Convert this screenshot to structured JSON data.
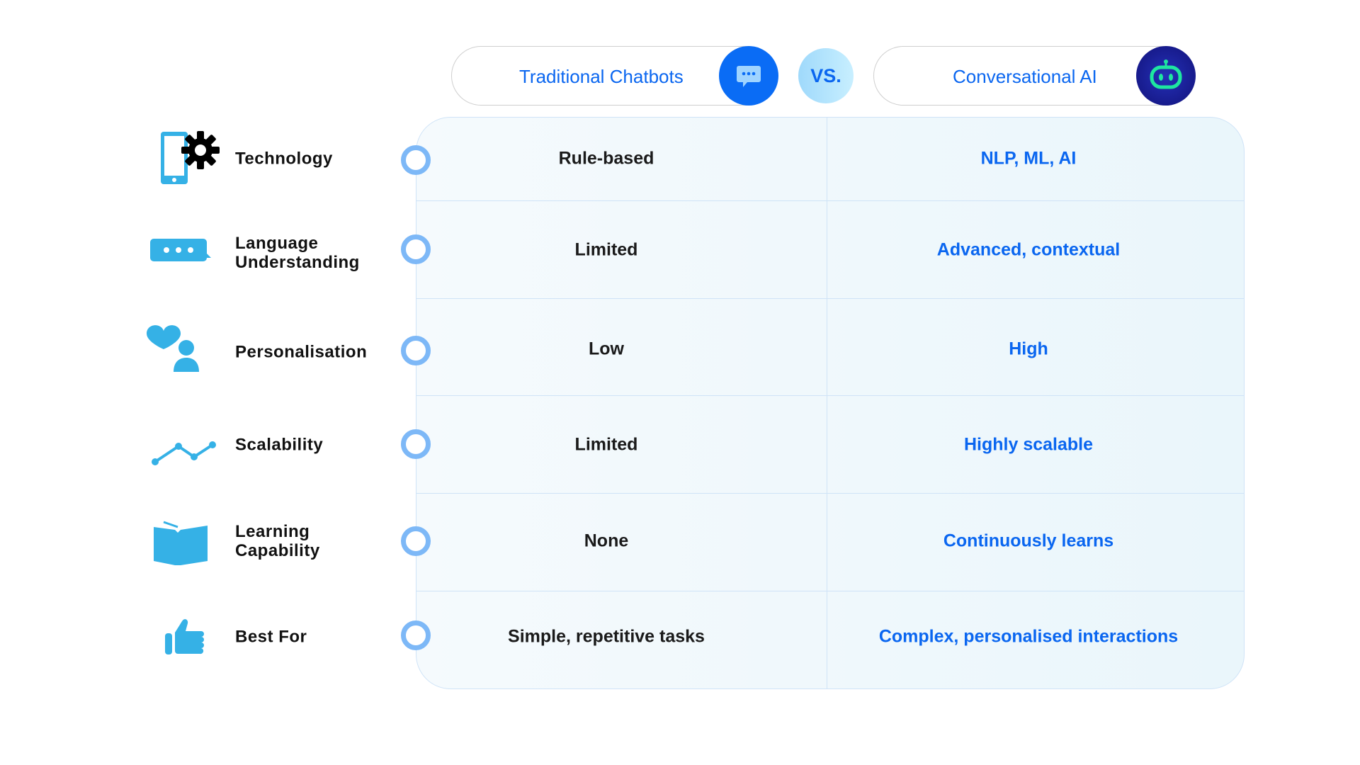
{
  "header": {
    "left_title": "Traditional Chatbots",
    "vs_label": "VS.",
    "right_title": "Conversational AI"
  },
  "colors": {
    "accent": "#0a66f0",
    "ring": "#7db8f7",
    "icon": "#35b1e6",
    "robot": "#1a1a9e",
    "robot_face": "#1ee6a0"
  },
  "rows": [
    {
      "icon": "phone-gear-icon",
      "label": "Technology",
      "traditional": "Rule-based",
      "conversational": "NLP, ML, AI"
    },
    {
      "icon": "chat-bubble-icon",
      "label": "Language Understanding",
      "traditional": "Limited",
      "conversational": "Advanced, contextual"
    },
    {
      "icon": "heart-person-icon",
      "label": "Personalisation",
      "traditional": "Low",
      "conversational": "High"
    },
    {
      "icon": "line-chart-icon",
      "label": "Scalability",
      "traditional": "Limited",
      "conversational": "Highly scalable"
    },
    {
      "icon": "book-icon",
      "label": "Learning Capability",
      "traditional": "None",
      "conversational": "Continuously learns"
    },
    {
      "icon": "thumbs-up-icon",
      "label": "Best For",
      "traditional": "Simple, repetitive tasks",
      "conversational": "Complex, personalised interactions"
    }
  ]
}
